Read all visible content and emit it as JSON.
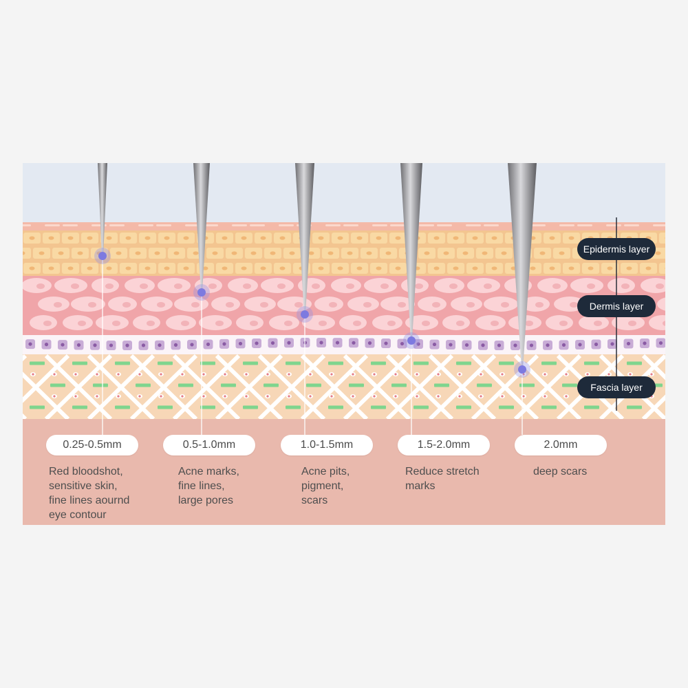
{
  "layers": [
    {
      "label": "Epidermis layer"
    },
    {
      "label": "Dermis layer"
    },
    {
      "label": "Fascia layer"
    }
  ],
  "needles": [
    {
      "depth": "0.25-0.5mm",
      "desc": [
        "Red bloodshot,",
        "sensitive skin,",
        "fine lines aournd",
        "eye contour"
      ]
    },
    {
      "depth": "0.5-1.0mm",
      "desc": [
        "Acne marks,",
        "fine lines,",
        "large pores"
      ]
    },
    {
      "depth": "1.0-1.5mm",
      "desc": [
        "Acne pits,",
        "pigment,",
        "scars"
      ]
    },
    {
      "depth": "1.5-2.0mm",
      "desc": [
        "Reduce stretch",
        "marks"
      ]
    },
    {
      "depth": "2.0mm",
      "desc": [
        "deep scars"
      ]
    }
  ],
  "colors": {
    "sky": "#e3e9f2",
    "epidermis_top": "#f4b9a8",
    "epidermis_cells": "#f9d9a4",
    "dermis": "#f0a5a9",
    "dermis_cells": "#fbd3d6",
    "membrane_cells": "#c8acd6",
    "fascia": "#f7d7b7",
    "fascia_dash": "#7fd58e",
    "skin_base": "#e9b9ad",
    "label_bg": "#1e2a3a",
    "tip_glow": "#8f8ee6"
  }
}
